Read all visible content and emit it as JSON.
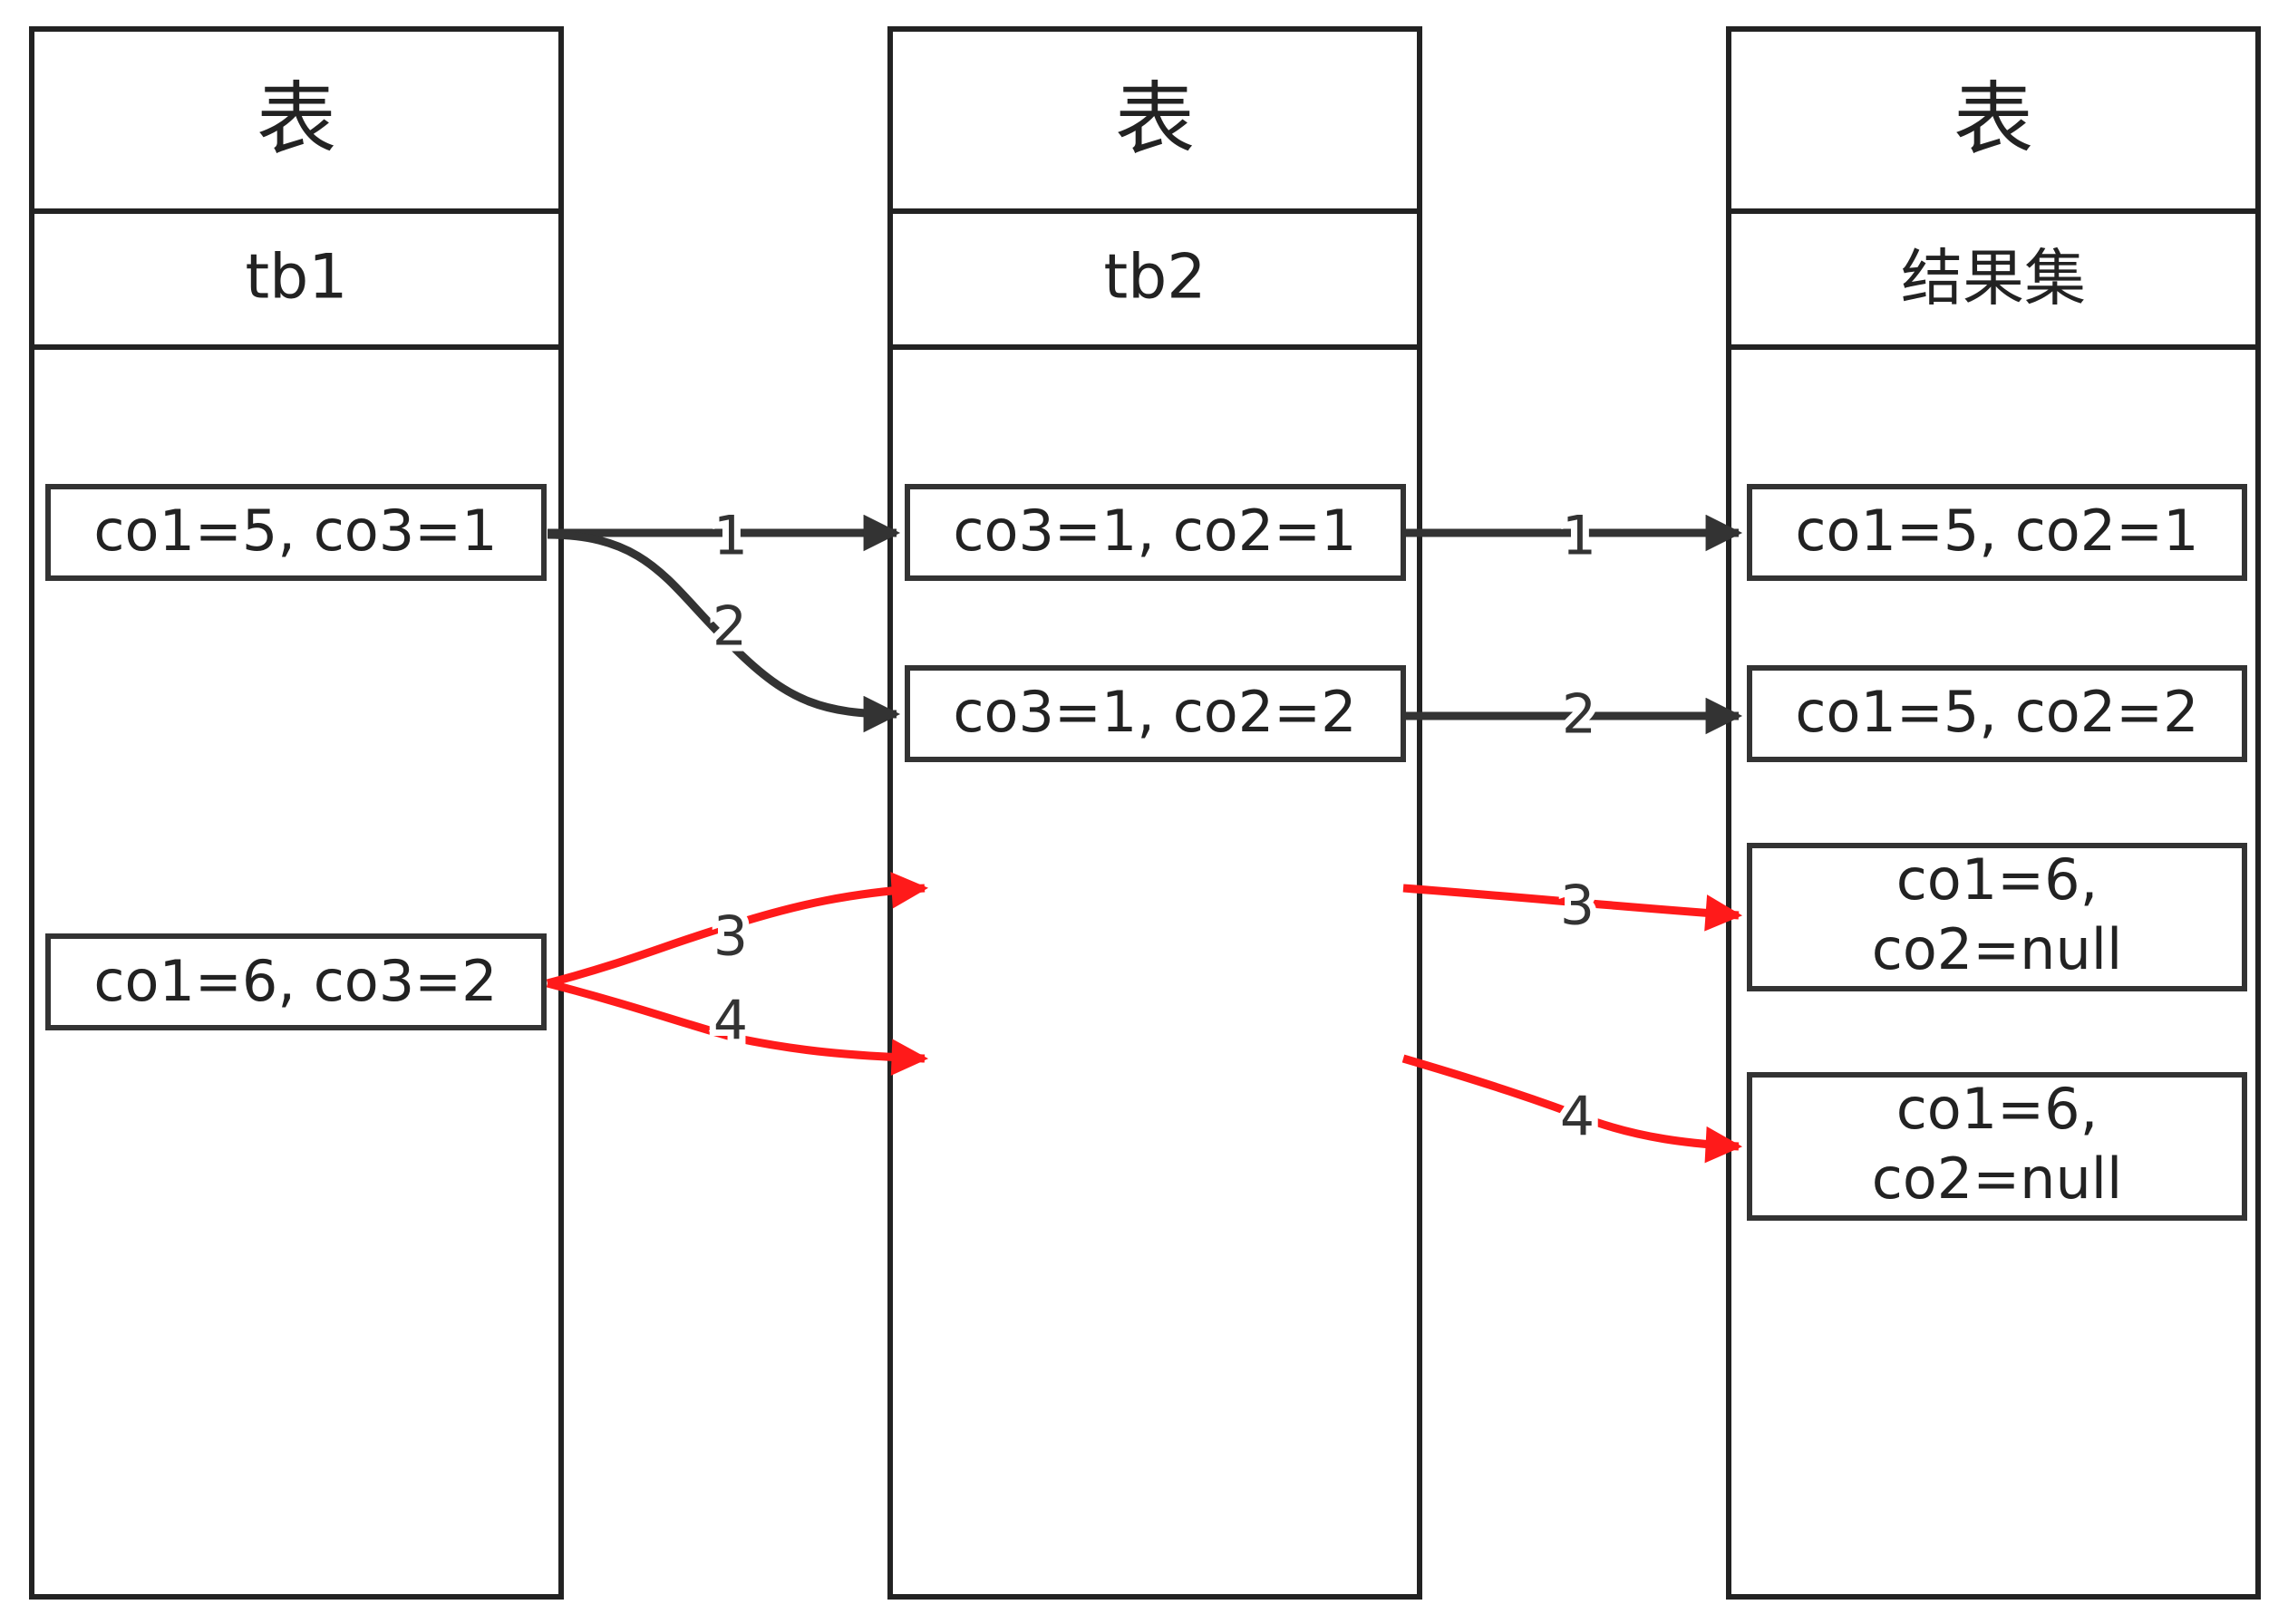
{
  "tables": [
    {
      "title": "表",
      "name": "tb1",
      "rows": [
        {
          "lines": [
            "co1=5, co3=1"
          ]
        },
        {
          "lines": [
            "co1=6, co3=2"
          ]
        }
      ]
    },
    {
      "title": "表",
      "name": "tb2",
      "rows": [
        {
          "lines": [
            "co3=1, co2=1"
          ]
        },
        {
          "lines": [
            "co3=1, co2=2"
          ]
        }
      ]
    },
    {
      "title": "表",
      "name": "结果集",
      "rows": [
        {
          "lines": [
            "co1=5, co2=1"
          ]
        },
        {
          "lines": [
            "co1=5, co2=2"
          ]
        },
        {
          "lines": [
            "co1=6,",
            "co2=null"
          ]
        },
        {
          "lines": [
            "co1=6,",
            "co2=null"
          ]
        }
      ]
    }
  ],
  "arrows": [
    {
      "label": "1",
      "color": "#333333"
    },
    {
      "label": "2",
      "color": "#333333"
    },
    {
      "label": "3",
      "color": "#ff1a1a"
    },
    {
      "label": "4",
      "color": "#ff1a1a"
    },
    {
      "label": "1",
      "color": "#333333"
    },
    {
      "label": "2",
      "color": "#333333"
    },
    {
      "label": "3",
      "color": "#ff1a1a"
    },
    {
      "label": "4",
      "color": "#ff1a1a"
    }
  ],
  "colors": {
    "line": "#222222",
    "matched": "#333333",
    "unmatched": "#ff1a1a"
  }
}
